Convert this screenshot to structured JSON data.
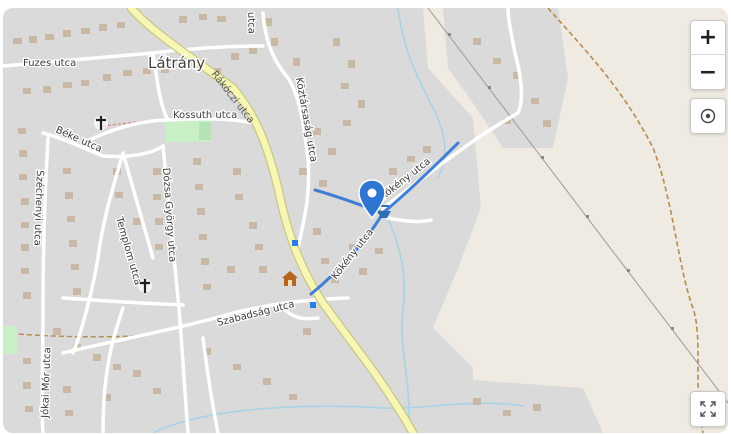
{
  "map": {
    "town_label": "Látrány",
    "street_labels": {
      "fuzes": "Fuzes utca",
      "rakoczi": "Rákóczi utca",
      "kossuth": "Kossuth utca",
      "koztarsasag": "Köztársaság utca",
      "beke": "Béke utca",
      "szechenyi": "Széchenyi utca",
      "dozsa": "Dózsa György utca",
      "templom": "Templom utca",
      "kokeny1": "Kökény utca",
      "kokeny2": "Kökény utca",
      "szabadsag": "Szabadság utca",
      "jokai": "Jókai Mór utca",
      "top": "utca"
    },
    "icons": {
      "marker": "map-pin-icon",
      "churches": "church-icon",
      "poi": "shrine-icon",
      "bus_stops": "bus-stop-icon",
      "park": "park-area"
    },
    "colors": {
      "background": "#efeae2",
      "built_area": "#dadada",
      "building": "#c9b8a6",
      "main_road": "#f7f6b4",
      "main_road_casing": "#c9c784",
      "road": "#ffffff",
      "water": "#a9d3e6",
      "highlight_route": "#3f7fd4",
      "marker": "#2f76d2",
      "park": "#c9efc6",
      "track": "#b88a4b"
    }
  },
  "controls": {
    "zoom_in_label": "+",
    "zoom_out_label": "−",
    "locate_icon": "locate-icon",
    "fullscreen_icon": "fullscreen-icon"
  }
}
